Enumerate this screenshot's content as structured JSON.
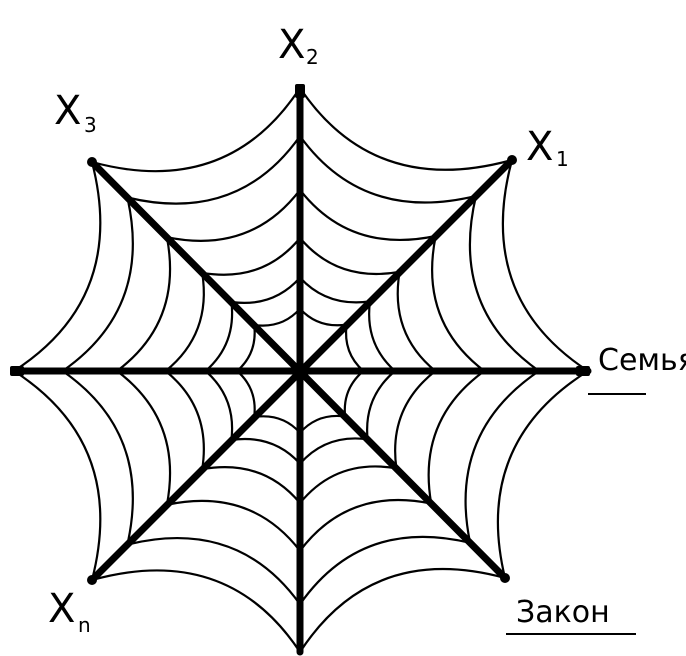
{
  "labels": {
    "x1": {
      "main": "X",
      "sub": "1"
    },
    "x2": {
      "main": "X",
      "sub": "2"
    },
    "x3": {
      "main": "X",
      "sub": "3"
    },
    "xn": {
      "main": "X",
      "sub": "n"
    },
    "right_word": "Семья",
    "bottom_right_word": "Закон"
  },
  "colors": {
    "ink": "#000000",
    "paper": "#ffffff"
  }
}
